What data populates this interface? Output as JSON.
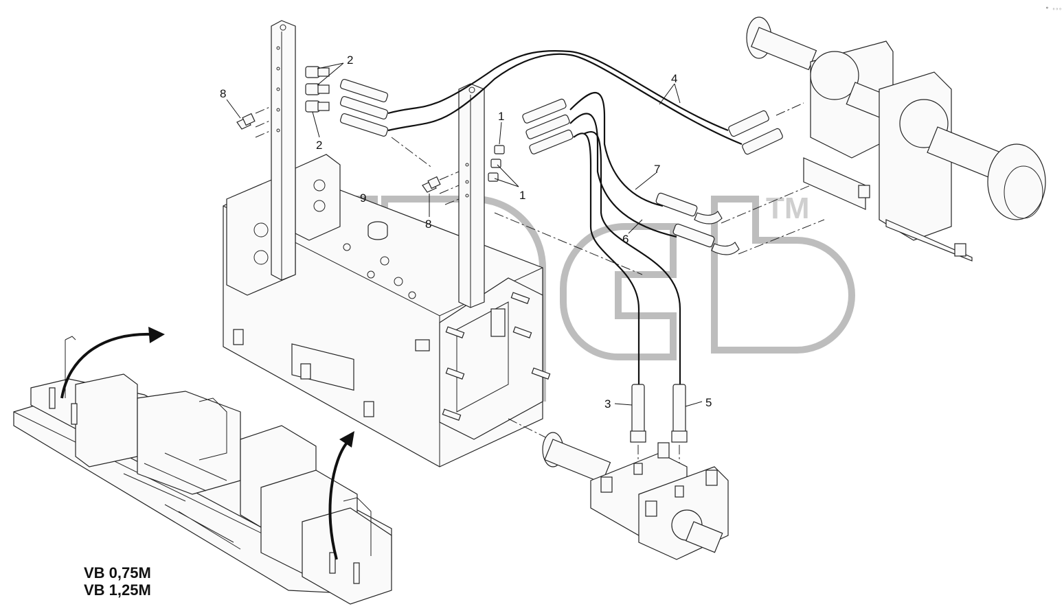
{
  "diagram": {
    "callouts": [
      "1",
      "1",
      "2",
      "2",
      "3",
      "4",
      "5",
      "6",
      "7",
      "8",
      "8",
      "9"
    ],
    "models": [
      "VB 0,75M",
      "VB 1,25M"
    ],
    "watermark_tm": "TM",
    "corner_mark": "° ◦◦◦"
  }
}
